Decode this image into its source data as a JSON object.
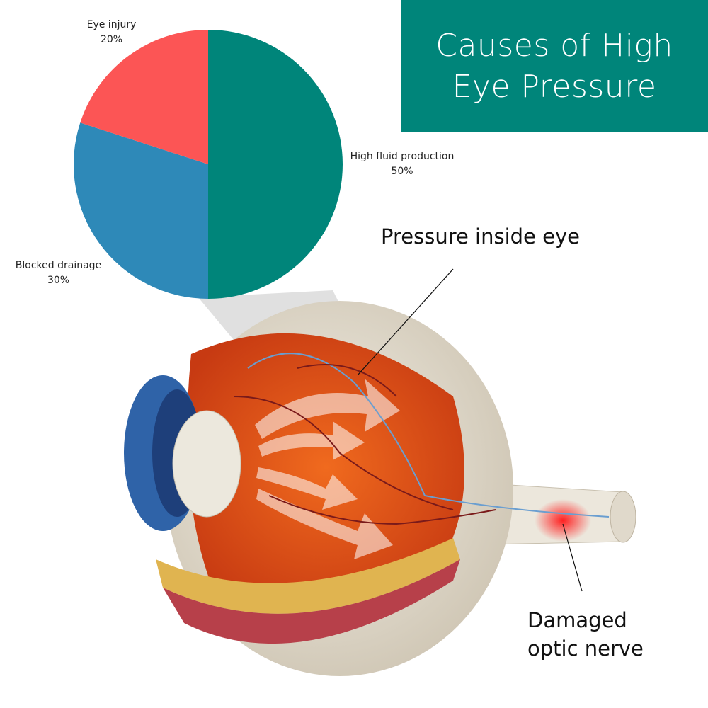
{
  "title": {
    "line1": "Causes of High",
    "line2": "Eye Pressure"
  },
  "chart_data": {
    "type": "pie",
    "title": "Causes of High Eye Pressure",
    "slices": [
      {
        "label": "High fluid production",
        "value": 50,
        "display": "50%",
        "color": "#00857a"
      },
      {
        "label": "Blocked drainage",
        "value": 30,
        "display": "30%",
        "color": "#2e89b8"
      },
      {
        "label": "Eye injury",
        "value": 20,
        "display": "20%",
        "color": "#fc5555"
      }
    ],
    "start": "top",
    "direction": "clockwise"
  },
  "callouts": {
    "pressure": "Pressure inside eye",
    "nerve_line1": "Damaged",
    "nerve_line2": "optic nerve"
  }
}
